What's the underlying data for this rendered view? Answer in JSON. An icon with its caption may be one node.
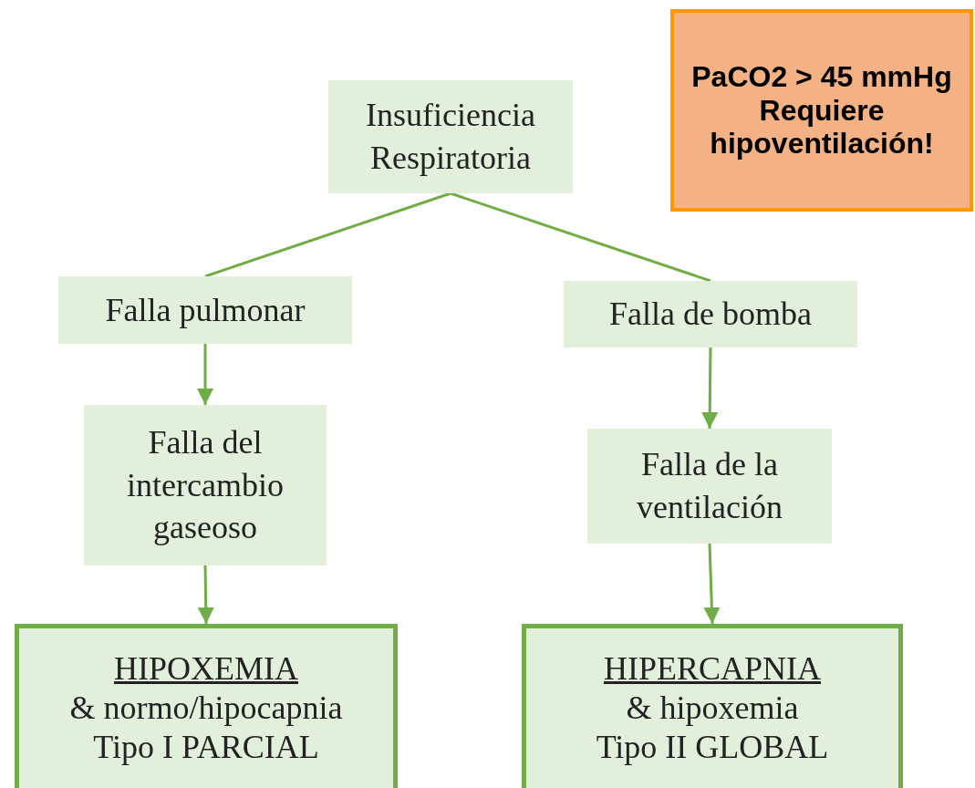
{
  "diagram": {
    "nodes": [
      {
        "text": [
          "Insuficiencia Respiratoria"
        ]
      },
      {
        "text": [
          "Falla pulmonar"
        ]
      },
      {
        "text": [
          "Falla de bomba"
        ]
      },
      {
        "text": [
          "Falla del intercambio gaseoso"
        ]
      },
      {
        "text": [
          "Falla de la ventilación"
        ]
      },
      {
        "text": [
          "HIPOXEMIA",
          "& normo/hipocapnia",
          "Tipo I PARCIAL"
        ]
      },
      {
        "text": [
          "HIPERCAPNIA",
          "& hipoxemia",
          "Tipo II GLOBAL"
        ]
      },
      {
        "text": [
          "PaCO2 > 45 mmHg",
          "Requiere hipoventilación!"
        ]
      }
    ],
    "edges": [
      {
        "from": 0,
        "to": 1,
        "arrow": "none"
      },
      {
        "from": 0,
        "to": 2,
        "arrow": "none"
      },
      {
        "from": 1,
        "to": 3,
        "arrow": "to"
      },
      {
        "from": 3,
        "to": 5,
        "arrow": "to"
      },
      {
        "from": 2,
        "to": 4,
        "arrow": "to"
      },
      {
        "from": 4,
        "to": 6,
        "arrow": "to"
      }
    ]
  }
}
